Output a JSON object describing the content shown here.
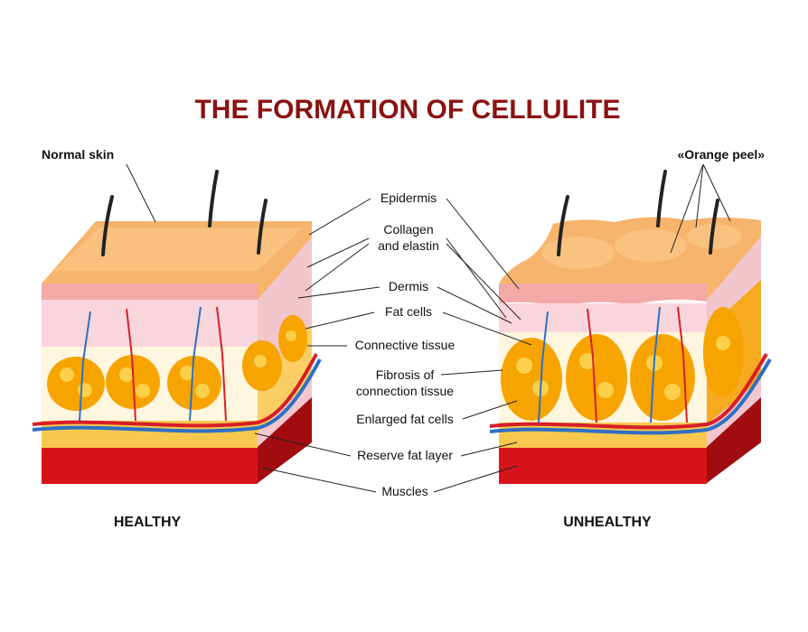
{
  "title": "THE FORMATION OF CELLULITE",
  "colors": {
    "title": "#8b1212",
    "epidermis": "#f6b46c",
    "epidermis_top": "#fbc988",
    "dermis": "#f8d6dc",
    "dermis_band": "#f3a9a6",
    "fat": "#f7a400",
    "fat_light": "#fcd04b",
    "connective": "#fff6df",
    "reserve": "#f6c94e",
    "muscle": "#d8141b",
    "muscle_dark": "#a10c10",
    "artery": "#d81e27",
    "vein": "#2f6fc5",
    "hair": "#222222"
  },
  "top_labels": {
    "left": "Normal skin",
    "right": "«Orange peel»"
  },
  "center_labels": {
    "epidermis": "Epidermis",
    "collagen_1": "Collagen",
    "collagen_2": "and elastin",
    "dermis": "Dermis",
    "fat_cells": "Fat cells",
    "connective_tissue": "Connective tissue",
    "fibrosis_1": "Fibrosis of",
    "fibrosis_2": "connection tissue",
    "enlarged_fat_cells": "Enlarged fat cells",
    "reserve_fat_layer": "Reserve fat layer",
    "muscles": "Muscles"
  },
  "captions": {
    "left": "HEALTHY",
    "right": "UNHEALTHY"
  }
}
